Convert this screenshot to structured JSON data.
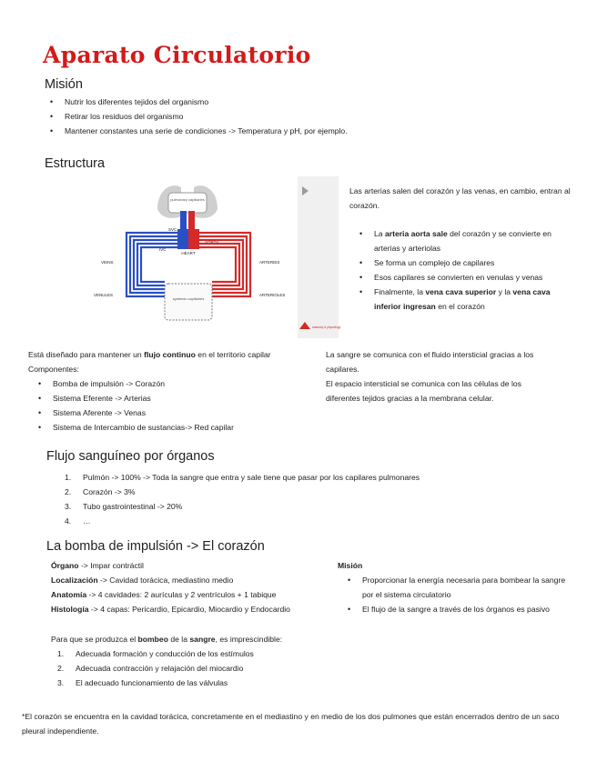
{
  "title": "Aparato Circulatorio",
  "mision_heading": "Misión",
  "mision_items": [
    "Nutrir los diferentes tejidos del organismo",
    "Retirar los residuos del organismo",
    "Mantener constantes una serie de condiciones -> Temperatura y pH, por ejemplo."
  ],
  "estructura_heading": "Estructura",
  "diagram": {
    "labels": {
      "lungs": "pulmonary capillaries",
      "svc": "SVC",
      "ivc": "IVC",
      "heart": "HEART",
      "aorta": "AORTA",
      "veins": "VEINS",
      "arteries": "ARTERIES",
      "venules": "VENULES",
      "arterioles": "ARTERIOLES",
      "systemic": "systemic capillaries",
      "brand": "anatomy & physiology"
    }
  },
  "right_text": {
    "intro": "Las arterias salen del corazón y las venas, en cambio, entran al corazón.",
    "items": [
      {
        "pre": "La ",
        "bold": "arteria aorta sale",
        "post": " del corazón y se convierte en arterias y arteriolas"
      },
      {
        "pre": "Se forma un complejo de capilares",
        "bold": "",
        "post": ""
      },
      {
        "pre": "Esos capilares se convierten en venulas y venas",
        "bold": "",
        "post": ""
      },
      {
        "pre": "Finalmente, la ",
        "bold": "vena cava superior",
        "mid": " y la ",
        "bold2": "vena cava inferior ingresan",
        "post": " en el corazón"
      }
    ]
  },
  "diseno": {
    "pre": "Está diseñado para mantener un ",
    "bold": "flujo continuo",
    "post": " en el territorio capilar",
    "componentes_label": "Componentes:",
    "componentes": [
      "Bomba de impulsión -> Corazón",
      "Sistema Eferente -> Arterias",
      "Sistema Aferente -> Venas",
      "Sistema de Intercambio de sustancias-> Red capilar"
    ]
  },
  "sangre_text": [
    "La sangre se comunica con el fluido intersticial gracias a los capilares.",
    "El espacio intersticial se comunica con las células de los diferentes tejidos gracias a la membrana celular."
  ],
  "flujo_heading": "Flujo sanguíneo por órganos",
  "flujo_items": [
    {
      "n": "1.",
      "text": "Pulmón -> 100% -> Toda la sangre que entra y sale tiene que pasar por los capilares pulmonares"
    },
    {
      "n": "2.",
      "text": "Corazón -> 3%"
    },
    {
      "n": "3.",
      "text": "Tubo gastrointestinal -> 20%"
    },
    {
      "n": "4.",
      "text": "…"
    }
  ],
  "bomba_heading": "La bomba de impulsión -> El corazón",
  "corazon_props": [
    {
      "bold": "Órgano",
      "text": " -> Impar contráctil"
    },
    {
      "bold": "Localización",
      "text": " -> Cavidad torácica, mediastino medio"
    },
    {
      "bold": "Anatomía",
      "text": " -> 4 cavidades: 2 aurículas y 2 ventrículos + 1 tabique"
    },
    {
      "bold": "Histología",
      "text": " -> 4 capas: Pericardio, Epicardio, Miocardio y Endocardio"
    }
  ],
  "mision2_heading": "Misión",
  "mision2_items": [
    "Proporcionar la energía necesaria para bombear la sangre por el sistema circulatorio",
    "El flujo de la sangre a través de los órganos es pasivo"
  ],
  "bombeo": {
    "pre": "Para que se produzca el ",
    "bold1": "bombeo",
    "mid": " de la ",
    "bold2": "sangre",
    "post": ", es imprescindible:",
    "items": [
      {
        "n": "1.",
        "text": "Adecuada formación y conducción de los estímulos"
      },
      {
        "n": "2.",
        "text": "Adecuada contracción y relajación del miocardio"
      },
      {
        "n": "3.",
        "text": "El adecuado funcionamiento de las válvulas"
      }
    ]
  },
  "footnote": "*El corazón se encuentra en la cavidad torácica, concretamente en el mediastino y en medio de los dos pulmones que están encerrados dentro de un saco pleural independiente.",
  "colors": {
    "title": "#d41a1a",
    "artery": "#d42a2a",
    "vein": "#2a4fc4"
  }
}
